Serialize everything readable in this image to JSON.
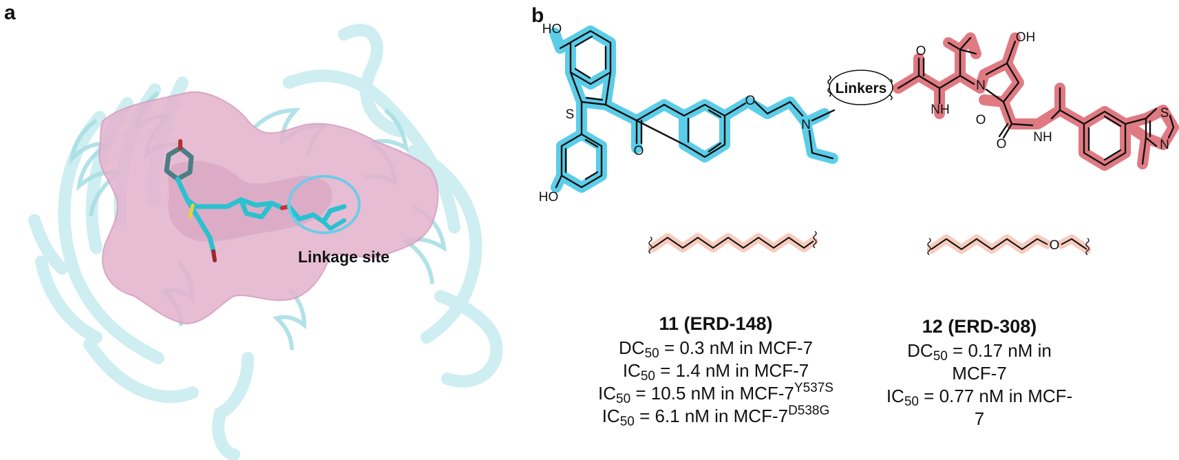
{
  "panel_a": {
    "label": "a",
    "annotation": "Linkage site"
  },
  "panel_b": {
    "label": "b",
    "linker_label": "Linkers",
    "atoms": {
      "ho_top": "HO",
      "ho_bottom": "HO",
      "s_ring": "S",
      "o_ketone": "O",
      "o_ether": "O",
      "n_amine": "N",
      "o_amide1": "O",
      "nh_1": "NH",
      "o_amide2": "O",
      "n_pyrrolidine": "N",
      "oh": "OH",
      "o_amide3": "O",
      "nh_2": "NH",
      "s_thiazole": "S",
      "n_thiazole": "N",
      "o_linker12": "O"
    },
    "compounds": [
      {
        "name": "11 (ERD-148)",
        "measurements": [
          {
            "metric": "DC",
            "sub": "50",
            "text": " = 0.3 nM in MCF-7",
            "sup": ""
          },
          {
            "metric": "IC",
            "sub": "50",
            "text": " = 1.4 nM in MCF-7",
            "sup": ""
          },
          {
            "metric": "IC",
            "sub": "50",
            "text": " = 10.5 nM in MCF-7",
            "sup": "Y537S"
          },
          {
            "metric": "IC",
            "sub": "50",
            "text": " = 6.1 nM in MCF-7",
            "sup": "D538G"
          }
        ]
      },
      {
        "name": "12 (ERD-308)",
        "measurements": [
          {
            "metric": "DC",
            "sub": "50",
            "text": " = 0.17 nM in MCF-7",
            "sup": ""
          },
          {
            "metric": "IC",
            "sub": "50",
            "text": " = 0.77 nM in MCF-7",
            "sup": ""
          }
        ]
      }
    ]
  },
  "colors": {
    "er_ligand_highlight": "#5bcde8",
    "vhl_ligand_highlight": "#e07a82",
    "linker_highlight": "#f7cbbd",
    "protein_ribbon": "#b9e6ea",
    "binding_surface": "#e4b4cf",
    "ligand_stick": "#23bfcf",
    "linkage_circle": "#6fcbe6"
  }
}
